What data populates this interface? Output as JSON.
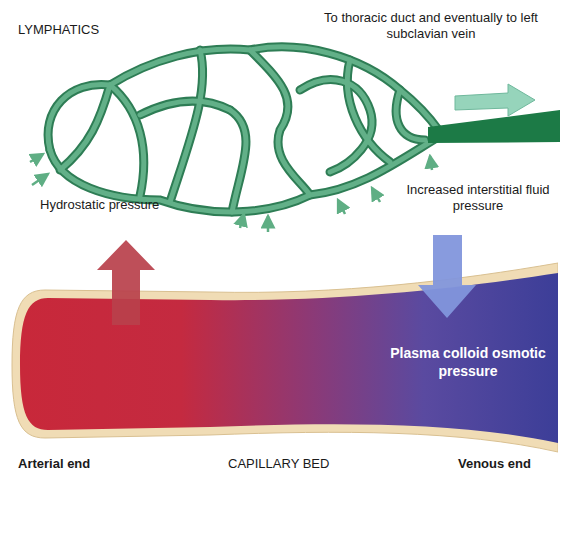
{
  "diagram": {
    "nodes": [
      {
        "text": [
          "Plasma colloid osmotic pressure"
        ]
      }
    ],
    "labels": [
      "LYMPHATICS",
      "To thoracic duct and eventually to left subclavian vein",
      "Hydrostatic pressure",
      "Increased interstitial fluid pressure",
      "Arterial end",
      "CAPILLARY BED",
      "Venous end"
    ]
  }
}
